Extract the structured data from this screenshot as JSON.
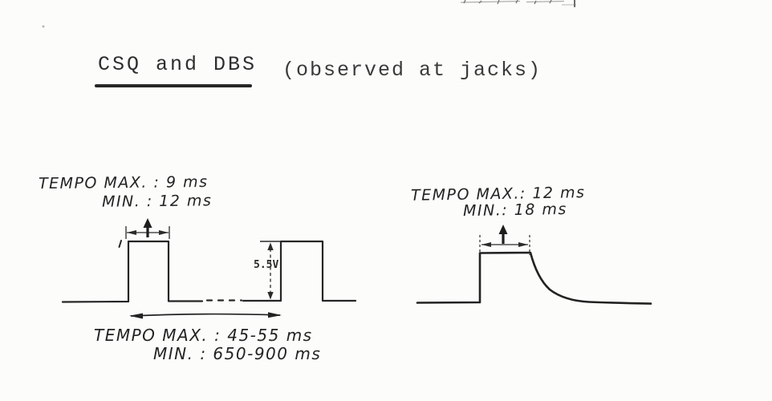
{
  "figure": {
    "title": "CSQ and DBS",
    "subtitle": "(observed at jacks)"
  },
  "left_waveform": {
    "amplitude_label": "5.5V",
    "pulse_width_note": {
      "line1": "TEMPO MAX. : 9 ms",
      "line2": "MIN. : 12 ms"
    },
    "period_note": {
      "line1": "TEMPO MAX. : 45-55 ms",
      "line2": "MIN. : 650-900 ms"
    }
  },
  "right_waveform": {
    "pulse_width_note": {
      "line1": "TEMPO MAX.: 12 ms",
      "line2": "MIN.: 18 ms"
    }
  },
  "colors": {
    "ink": "#262626",
    "paper": "#fcfcfa"
  }
}
